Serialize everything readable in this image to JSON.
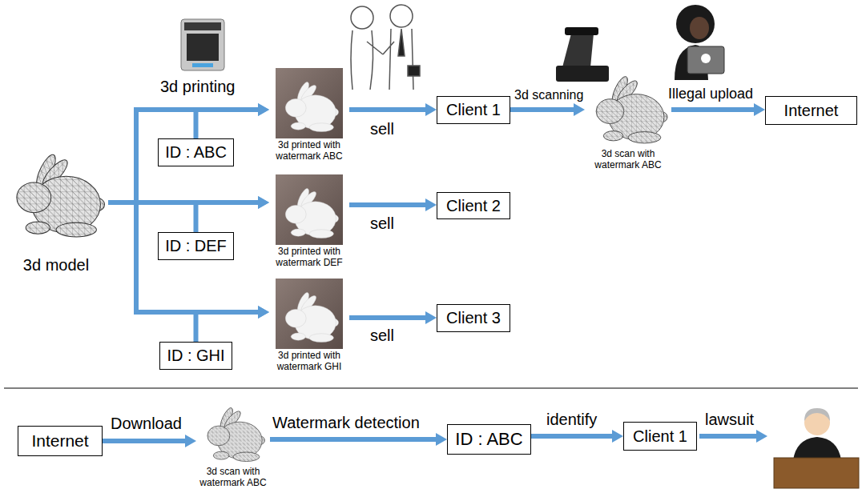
{
  "diagram": {
    "nodes": [
      {
        "text": [
          "3d model"
        ]
      },
      {
        "text": [
          "ID : ABC"
        ]
      },
      {
        "text": [
          "3d printed with watermark ABC"
        ]
      },
      {
        "text": [
          "Client 1"
        ]
      },
      {
        "text": [
          "3d scan with watermark ABC"
        ]
      },
      {
        "text": [
          "Internet"
        ]
      },
      {
        "text": [
          "ID : DEF"
        ]
      },
      {
        "text": [
          "3d printed with watermark DEF"
        ]
      },
      {
        "text": [
          "Client 2"
        ]
      },
      {
        "text": [
          "ID : GHI"
        ]
      },
      {
        "text": [
          "3d printed with watermark GHI"
        ]
      },
      {
        "text": [
          "Client 3"
        ]
      },
      {
        "text": [
          "Internet"
        ]
      },
      {
        "text": [
          "3d scan with watermark ABC"
        ]
      },
      {
        "text": [
          "ID : ABC"
        ]
      },
      {
        "text": [
          "Client 1"
        ]
      }
    ],
    "edges": [
      {
        "from": 0,
        "to": 2,
        "arrow": "to"
      },
      {
        "from": 1,
        "to": 2,
        "arrow": "to"
      },
      {
        "from": 2,
        "to": 3,
        "label": "sell",
        "arrow": "to"
      },
      {
        "from": 3,
        "to": 4,
        "label": "3d scanning",
        "arrow": "to"
      },
      {
        "from": 4,
        "to": 5,
        "label": "Illegal upload",
        "arrow": "to"
      },
      {
        "from": 0,
        "to": 7,
        "arrow": "to"
      },
      {
        "from": 6,
        "to": 7,
        "arrow": "to"
      },
      {
        "from": 7,
        "to": 8,
        "label": "sell",
        "arrow": "to"
      },
      {
        "from": 0,
        "to": 10,
        "arrow": "to"
      },
      {
        "from": 9,
        "to": 10,
        "arrow": "to"
      },
      {
        "from": 10,
        "to": 11,
        "label": "sell",
        "arrow": "to"
      },
      {
        "from": 12,
        "to": 13,
        "label": "Download",
        "arrow": "to"
      },
      {
        "from": 13,
        "to": 14,
        "label": "Watermark detection",
        "arrow": "to"
      },
      {
        "from": 14,
        "to": 15,
        "label": "identify",
        "arrow": "to"
      }
    ],
    "labels": [
      "3d printing",
      "lawsuit"
    ]
  }
}
